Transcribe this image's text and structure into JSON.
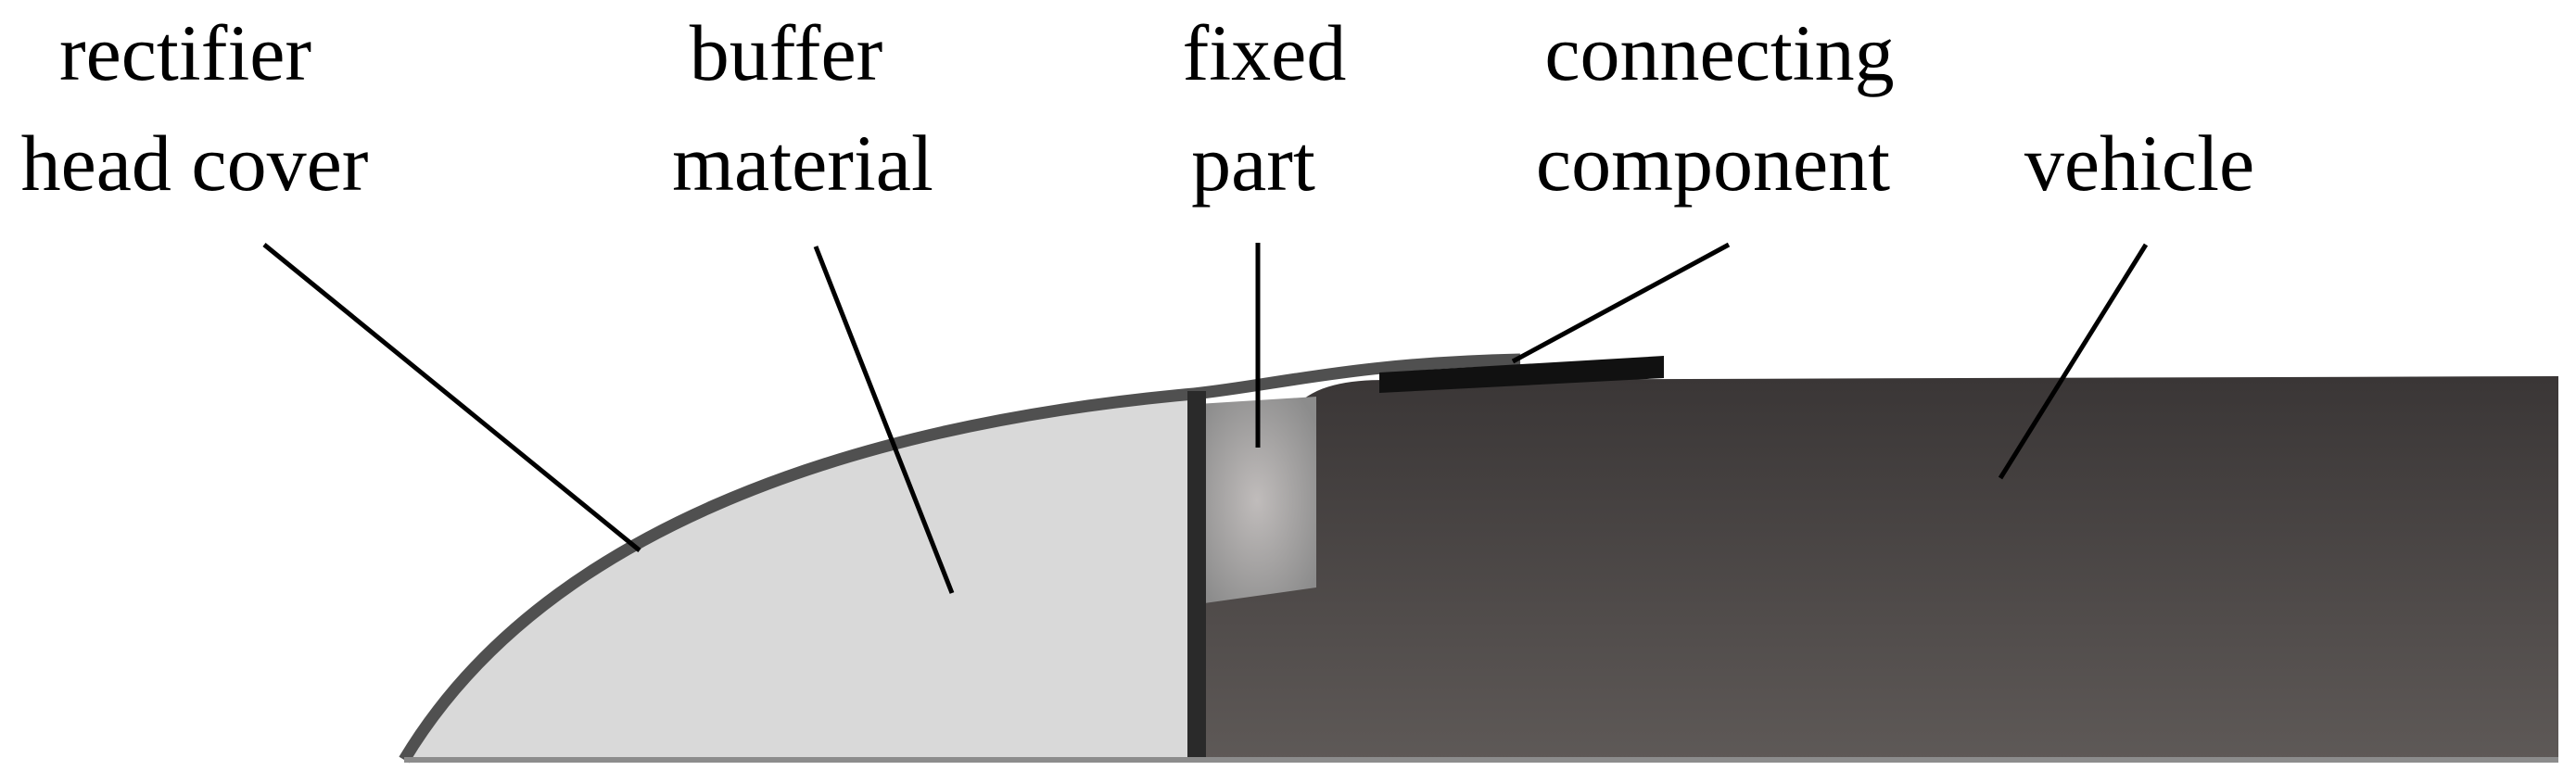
{
  "labels": {
    "rectifier_head_cover": {
      "line1": "rectifier",
      "line2": "head cover"
    },
    "buffer_material": {
      "line1": "buffer",
      "line2": "material"
    },
    "fixed_part": {
      "line1": "fixed",
      "line2": "part"
    },
    "connecting_component": {
      "line1": "connecting",
      "line2": "component"
    },
    "vehicle": {
      "line1": "vehicle"
    }
  },
  "colors": {
    "head_cover_outline": "#505050",
    "buffer_fill": "#d9d9d9",
    "vehicle_top": "#3a3636",
    "vehicle_bottom": "#5e5957",
    "fixed_part_edge": "#8c8c8c",
    "fixed_part_center": "#c0bcbb",
    "connector": "#111111",
    "leader_line": "#000000"
  }
}
